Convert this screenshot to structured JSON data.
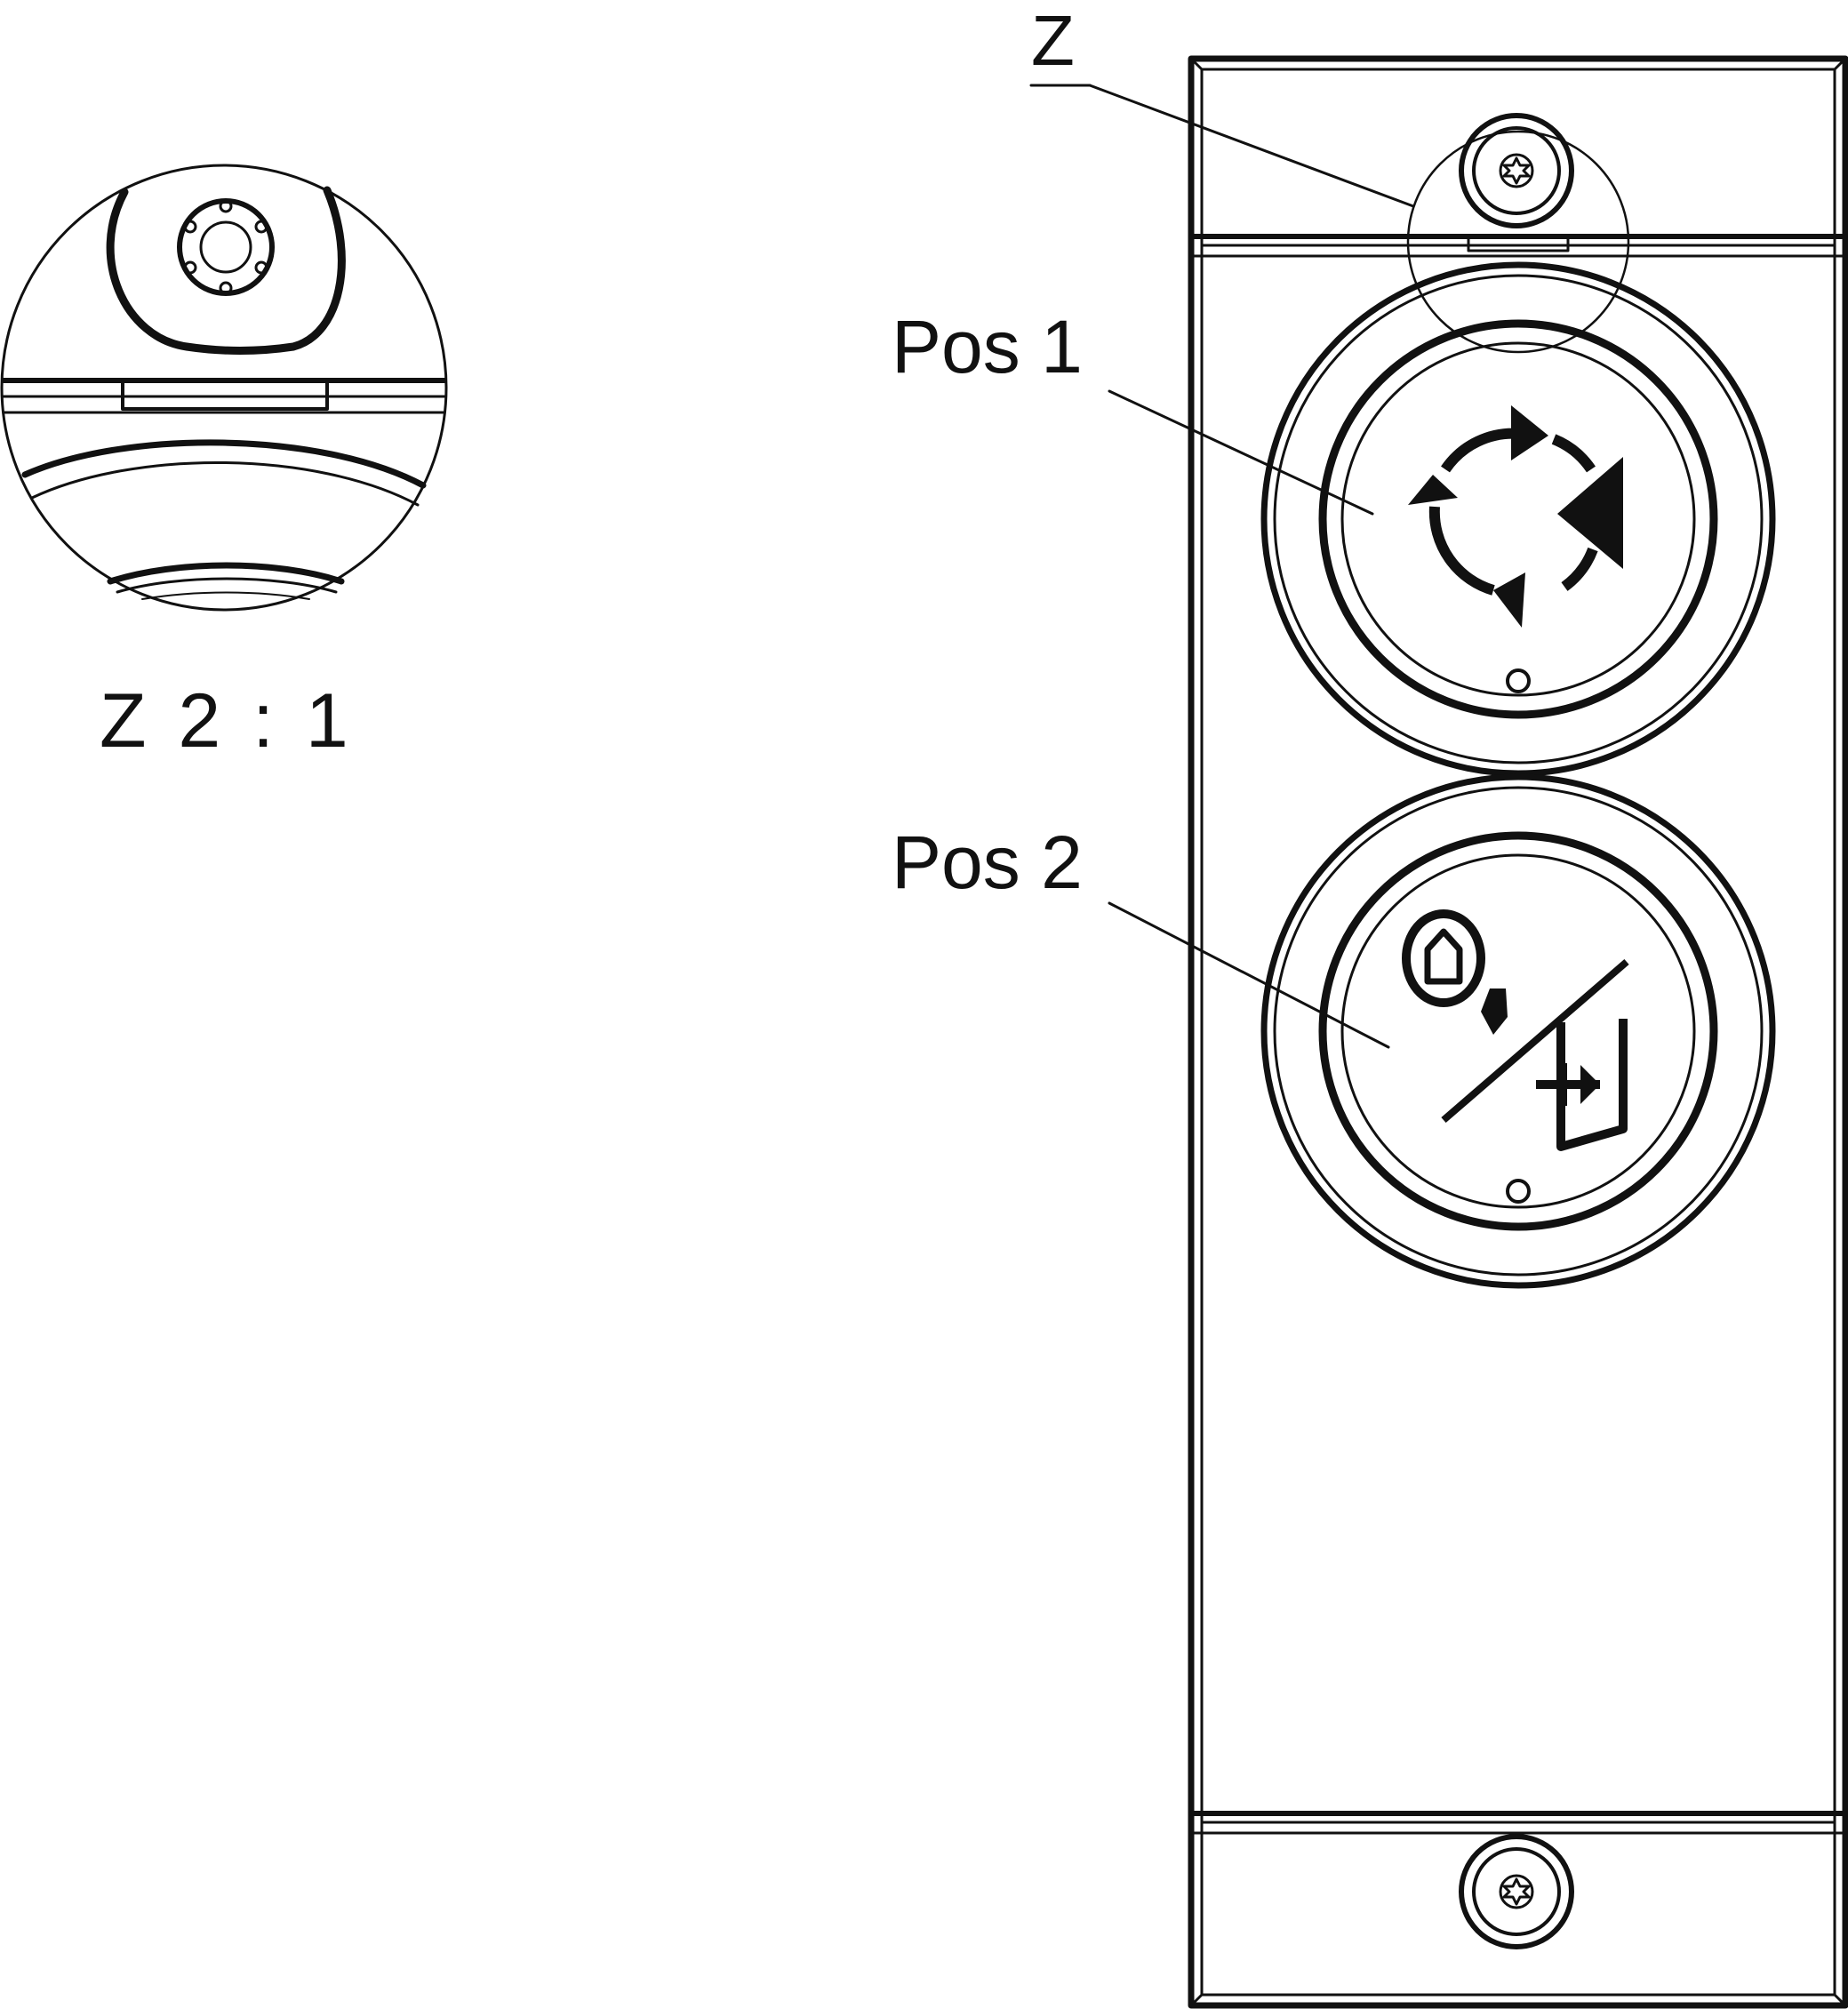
{
  "labels": {
    "detail_marker": "Z",
    "pos1": "Pos 1",
    "pos2": "Pos 2",
    "detail_view": "Z  2 : 1"
  },
  "colors": {
    "line": "#111111",
    "background": "#ffffff"
  },
  "icons": {
    "pos1_button": "restart-cycle-icon",
    "pos2_button": "home-or-enter-icon",
    "screws": "torx-screw-icon"
  }
}
